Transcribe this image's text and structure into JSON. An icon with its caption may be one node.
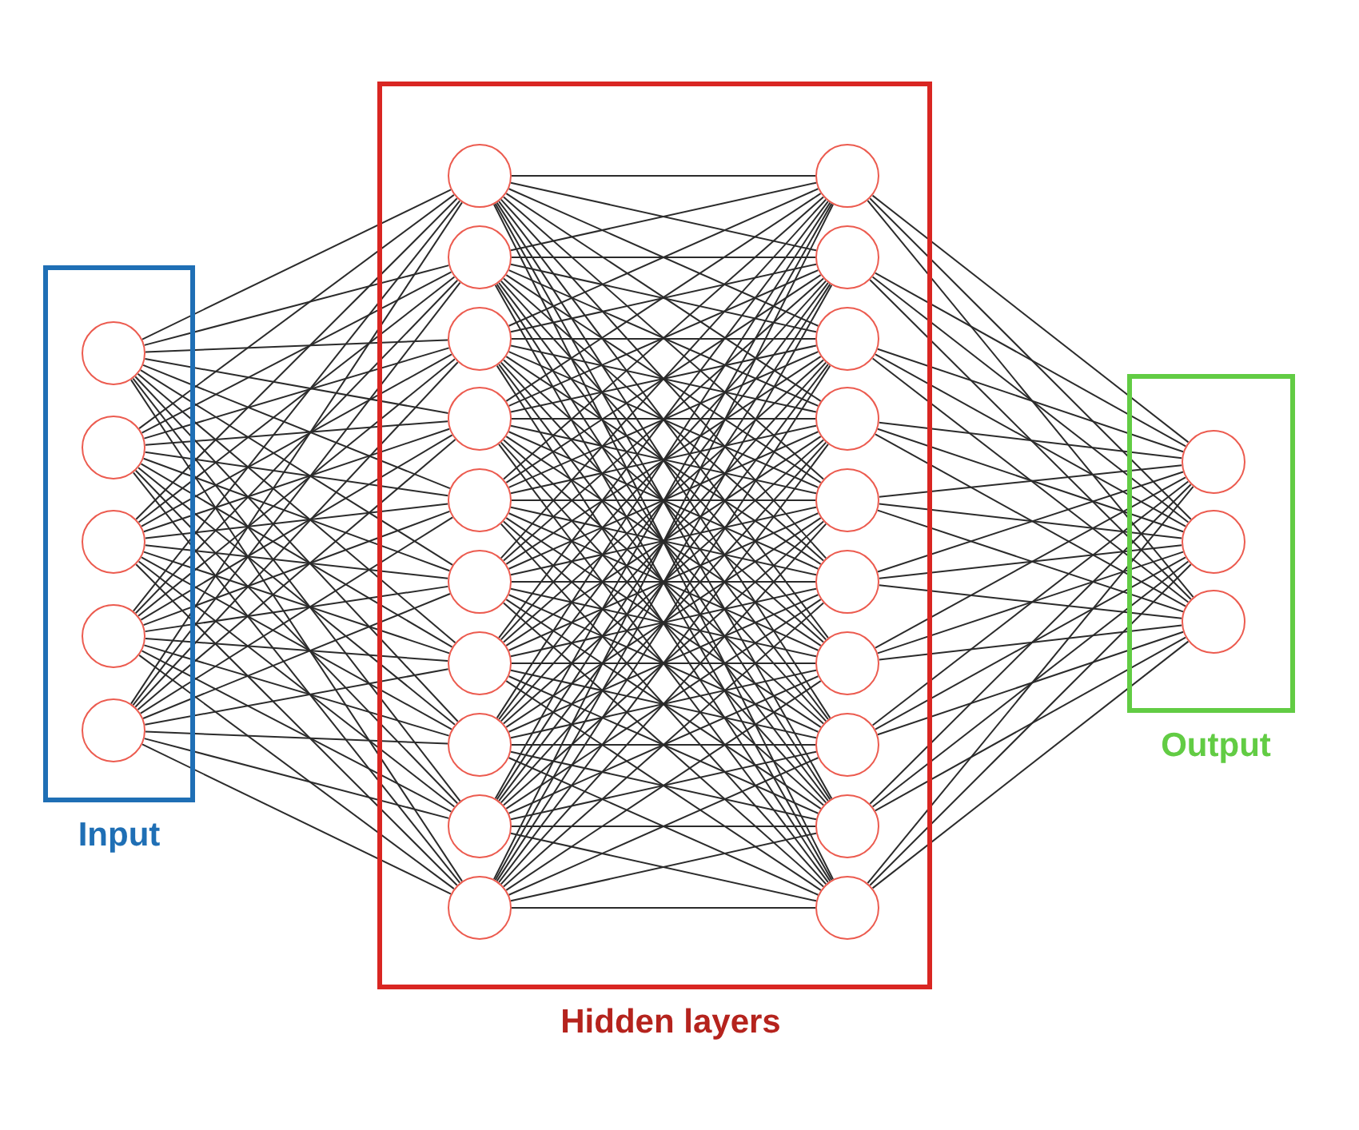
{
  "diagram": {
    "nodes": [
      {
        "text": [
          "Input"
        ]
      },
      {
        "text": [],
        "shape": "circle",
        "in": 0
      },
      {
        "text": [],
        "shape": "circle",
        "in": 0
      },
      {
        "text": [],
        "shape": "circle",
        "in": 0
      },
      {
        "text": [],
        "shape": "circle",
        "in": 0
      },
      {
        "text": [],
        "shape": "circle",
        "in": 0
      },
      {
        "text": [
          "Hidden layers"
        ]
      },
      {
        "text": [],
        "shape": "circle",
        "in": 6
      },
      {
        "text": [],
        "shape": "circle",
        "in": 6
      },
      {
        "text": [],
        "shape": "circle",
        "in": 6
      },
      {
        "text": [],
        "shape": "circle",
        "in": 6
      },
      {
        "text": [],
        "shape": "circle",
        "in": 6
      },
      {
        "text": [],
        "shape": "circle",
        "in": 6
      },
      {
        "text": [],
        "shape": "circle",
        "in": 6
      },
      {
        "text": [],
        "shape": "circle",
        "in": 6
      },
      {
        "text": [],
        "shape": "circle",
        "in": 6
      },
      {
        "text": [],
        "shape": "circle",
        "in": 6
      },
      {
        "text": [],
        "shape": "circle",
        "in": 6
      },
      {
        "text": [],
        "shape": "circle",
        "in": 6
      },
      {
        "text": [],
        "shape": "circle",
        "in": 6
      },
      {
        "text": [],
        "shape": "circle",
        "in": 6
      },
      {
        "text": [],
        "shape": "circle",
        "in": 6
      },
      {
        "text": [],
        "shape": "circle",
        "in": 6
      },
      {
        "text": [],
        "shape": "circle",
        "in": 6
      },
      {
        "text": [],
        "shape": "circle",
        "in": 6
      },
      {
        "text": [],
        "shape": "circle",
        "in": 6
      },
      {
        "text": [],
        "shape": "circle",
        "in": 6
      },
      {
        "text": [
          "Output"
        ]
      },
      {
        "text": [],
        "shape": "circle",
        "in": 27
      },
      {
        "text": [],
        "shape": "circle",
        "in": 27
      },
      {
        "text": [],
        "shape": "circle",
        "in": 27
      }
    ],
    "edges": [
      {
        "from": 1,
        "to": 7,
        "arrow": "none"
      },
      {
        "from": 1,
        "to": 8,
        "arrow": "none"
      },
      {
        "from": 1,
        "to": 9,
        "arrow": "none"
      },
      {
        "from": 1,
        "to": 10,
        "arrow": "none"
      },
      {
        "from": 1,
        "to": 11,
        "arrow": "none"
      },
      {
        "from": 1,
        "to": 12,
        "arrow": "none"
      },
      {
        "from": 1,
        "to": 13,
        "arrow": "none"
      },
      {
        "from": 1,
        "to": 14,
        "arrow": "none"
      },
      {
        "from": 1,
        "to": 15,
        "arrow": "none"
      },
      {
        "from": 1,
        "to": 16,
        "arrow": "none"
      },
      {
        "from": 2,
        "to": 7,
        "arrow": "none"
      },
      {
        "from": 2,
        "to": 8,
        "arrow": "none"
      },
      {
        "from": 2,
        "to": 9,
        "arrow": "none"
      },
      {
        "from": 2,
        "to": 10,
        "arrow": "none"
      },
      {
        "from": 2,
        "to": 11,
        "arrow": "none"
      },
      {
        "from": 2,
        "to": 12,
        "arrow": "none"
      },
      {
        "from": 2,
        "to": 13,
        "arrow": "none"
      },
      {
        "from": 2,
        "to": 14,
        "arrow": "none"
      },
      {
        "from": 2,
        "to": 15,
        "arrow": "none"
      },
      {
        "from": 2,
        "to": 16,
        "arrow": "none"
      },
      {
        "from": 3,
        "to": 7,
        "arrow": "none"
      },
      {
        "from": 3,
        "to": 8,
        "arrow": "none"
      },
      {
        "from": 3,
        "to": 9,
        "arrow": "none"
      },
      {
        "from": 3,
        "to": 10,
        "arrow": "none"
      },
      {
        "from": 3,
        "to": 11,
        "arrow": "none"
      },
      {
        "from": 3,
        "to": 12,
        "arrow": "none"
      },
      {
        "from": 3,
        "to": 13,
        "arrow": "none"
      },
      {
        "from": 3,
        "to": 14,
        "arrow": "none"
      },
      {
        "from": 3,
        "to": 15,
        "arrow": "none"
      },
      {
        "from": 3,
        "to": 16,
        "arrow": "none"
      },
      {
        "from": 4,
        "to": 7,
        "arrow": "none"
      },
      {
        "from": 4,
        "to": 8,
        "arrow": "none"
      },
      {
        "from": 4,
        "to": 9,
        "arrow": "none"
      },
      {
        "from": 4,
        "to": 10,
        "arrow": "none"
      },
      {
        "from": 4,
        "to": 11,
        "arrow": "none"
      },
      {
        "from": 4,
        "to": 12,
        "arrow": "none"
      },
      {
        "from": 4,
        "to": 13,
        "arrow": "none"
      },
      {
        "from": 4,
        "to": 14,
        "arrow": "none"
      },
      {
        "from": 4,
        "to": 15,
        "arrow": "none"
      },
      {
        "from": 4,
        "to": 16,
        "arrow": "none"
      },
      {
        "from": 5,
        "to": 7,
        "arrow": "none"
      },
      {
        "from": 5,
        "to": 8,
        "arrow": "none"
      },
      {
        "from": 5,
        "to": 9,
        "arrow": "none"
      },
      {
        "from": 5,
        "to": 10,
        "arrow": "none"
      },
      {
        "from": 5,
        "to": 11,
        "arrow": "none"
      },
      {
        "from": 5,
        "to": 12,
        "arrow": "none"
      },
      {
        "from": 5,
        "to": 13,
        "arrow": "none"
      },
      {
        "from": 5,
        "to": 14,
        "arrow": "none"
      },
      {
        "from": 5,
        "to": 15,
        "arrow": "none"
      },
      {
        "from": 5,
        "to": 16,
        "arrow": "none"
      },
      {
        "from": 7,
        "to": 17,
        "arrow": "none"
      },
      {
        "from": 7,
        "to": 18,
        "arrow": "none"
      },
      {
        "from": 7,
        "to": 19,
        "arrow": "none"
      },
      {
        "from": 7,
        "to": 20,
        "arrow": "none"
      },
      {
        "from": 7,
        "to": 21,
        "arrow": "none"
      },
      {
        "from": 7,
        "to": 22,
        "arrow": "none"
      },
      {
        "from": 7,
        "to": 23,
        "arrow": "none"
      },
      {
        "from": 7,
        "to": 24,
        "arrow": "none"
      },
      {
        "from": 7,
        "to": 25,
        "arrow": "none"
      },
      {
        "from": 7,
        "to": 26,
        "arrow": "none"
      },
      {
        "from": 8,
        "to": 17,
        "arrow": "none"
      },
      {
        "from": 8,
        "to": 18,
        "arrow": "none"
      },
      {
        "from": 8,
        "to": 19,
        "arrow": "none"
      },
      {
        "from": 8,
        "to": 20,
        "arrow": "none"
      },
      {
        "from": 8,
        "to": 21,
        "arrow": "none"
      },
      {
        "from": 8,
        "to": 22,
        "arrow": "none"
      },
      {
        "from": 8,
        "to": 23,
        "arrow": "none"
      },
      {
        "from": 8,
        "to": 24,
        "arrow": "none"
      },
      {
        "from": 8,
        "to": 25,
        "arrow": "none"
      },
      {
        "from": 8,
        "to": 26,
        "arrow": "none"
      },
      {
        "from": 9,
        "to": 17,
        "arrow": "none"
      },
      {
        "from": 9,
        "to": 18,
        "arrow": "none"
      },
      {
        "from": 9,
        "to": 19,
        "arrow": "none"
      },
      {
        "from": 9,
        "to": 20,
        "arrow": "none"
      },
      {
        "from": 9,
        "to": 21,
        "arrow": "none"
      },
      {
        "from": 9,
        "to": 22,
        "arrow": "none"
      },
      {
        "from": 9,
        "to": 23,
        "arrow": "none"
      },
      {
        "from": 9,
        "to": 24,
        "arrow": "none"
      },
      {
        "from": 9,
        "to": 25,
        "arrow": "none"
      },
      {
        "from": 9,
        "to": 26,
        "arrow": "none"
      },
      {
        "from": 10,
        "to": 17,
        "arrow": "none"
      },
      {
        "from": 10,
        "to": 18,
        "arrow": "none"
      },
      {
        "from": 10,
        "to": 19,
        "arrow": "none"
      },
      {
        "from": 10,
        "to": 20,
        "arrow": "none"
      },
      {
        "from": 10,
        "to": 21,
        "arrow": "none"
      },
      {
        "from": 10,
        "to": 22,
        "arrow": "none"
      },
      {
        "from": 10,
        "to": 23,
        "arrow": "none"
      },
      {
        "from": 10,
        "to": 24,
        "arrow": "none"
      },
      {
        "from": 10,
        "to": 25,
        "arrow": "none"
      },
      {
        "from": 10,
        "to": 26,
        "arrow": "none"
      },
      {
        "from": 11,
        "to": 17,
        "arrow": "none"
      },
      {
        "from": 11,
        "to": 18,
        "arrow": "none"
      },
      {
        "from": 11,
        "to": 19,
        "arrow": "none"
      },
      {
        "from": 11,
        "to": 20,
        "arrow": "none"
      },
      {
        "from": 11,
        "to": 21,
        "arrow": "none"
      },
      {
        "from": 11,
        "to": 22,
        "arrow": "none"
      },
      {
        "from": 11,
        "to": 23,
        "arrow": "none"
      },
      {
        "from": 11,
        "to": 24,
        "arrow": "none"
      },
      {
        "from": 11,
        "to": 25,
        "arrow": "none"
      },
      {
        "from": 11,
        "to": 26,
        "arrow": "none"
      },
      {
        "from": 12,
        "to": 17,
        "arrow": "none"
      },
      {
        "from": 12,
        "to": 18,
        "arrow": "none"
      },
      {
        "from": 12,
        "to": 19,
        "arrow": "none"
      },
      {
        "from": 12,
        "to": 20,
        "arrow": "none"
      },
      {
        "from": 12,
        "to": 21,
        "arrow": "none"
      },
      {
        "from": 12,
        "to": 22,
        "arrow": "none"
      },
      {
        "from": 12,
        "to": 23,
        "arrow": "none"
      },
      {
        "from": 12,
        "to": 24,
        "arrow": "none"
      },
      {
        "from": 12,
        "to": 25,
        "arrow": "none"
      },
      {
        "from": 12,
        "to": 26,
        "arrow": "none"
      },
      {
        "from": 13,
        "to": 17,
        "arrow": "none"
      },
      {
        "from": 13,
        "to": 18,
        "arrow": "none"
      },
      {
        "from": 13,
        "to": 19,
        "arrow": "none"
      },
      {
        "from": 13,
        "to": 20,
        "arrow": "none"
      },
      {
        "from": 13,
        "to": 21,
        "arrow": "none"
      },
      {
        "from": 13,
        "to": 22,
        "arrow": "none"
      },
      {
        "from": 13,
        "to": 23,
        "arrow": "none"
      },
      {
        "from": 13,
        "to": 24,
        "arrow": "none"
      },
      {
        "from": 13,
        "to": 25,
        "arrow": "none"
      },
      {
        "from": 13,
        "to": 26,
        "arrow": "none"
      },
      {
        "from": 14,
        "to": 17,
        "arrow": "none"
      },
      {
        "from": 14,
        "to": 18,
        "arrow": "none"
      },
      {
        "from": 14,
        "to": 19,
        "arrow": "none"
      },
      {
        "from": 14,
        "to": 20,
        "arrow": "none"
      },
      {
        "from": 14,
        "to": 21,
        "arrow": "none"
      },
      {
        "from": 14,
        "to": 22,
        "arrow": "none"
      },
      {
        "from": 14,
        "to": 23,
        "arrow": "none"
      },
      {
        "from": 14,
        "to": 24,
        "arrow": "none"
      },
      {
        "from": 14,
        "to": 25,
        "arrow": "none"
      },
      {
        "from": 14,
        "to": 26,
        "arrow": "none"
      },
      {
        "from": 15,
        "to": 17,
        "arrow": "none"
      },
      {
        "from": 15,
        "to": 18,
        "arrow": "none"
      },
      {
        "from": 15,
        "to": 19,
        "arrow": "none"
      },
      {
        "from": 15,
        "to": 20,
        "arrow": "none"
      },
      {
        "from": 15,
        "to": 21,
        "arrow": "none"
      },
      {
        "from": 15,
        "to": 22,
        "arrow": "none"
      },
      {
        "from": 15,
        "to": 23,
        "arrow": "none"
      },
      {
        "from": 15,
        "to": 24,
        "arrow": "none"
      },
      {
        "from": 15,
        "to": 25,
        "arrow": "none"
      },
      {
        "from": 15,
        "to": 26,
        "arrow": "none"
      },
      {
        "from": 16,
        "to": 17,
        "arrow": "none"
      },
      {
        "from": 16,
        "to": 18,
        "arrow": "none"
      },
      {
        "from": 16,
        "to": 19,
        "arrow": "none"
      },
      {
        "from": 16,
        "to": 20,
        "arrow": "none"
      },
      {
        "from": 16,
        "to": 21,
        "arrow": "none"
      },
      {
        "from": 16,
        "to": 22,
        "arrow": "none"
      },
      {
        "from": 16,
        "to": 23,
        "arrow": "none"
      },
      {
        "from": 16,
        "to": 24,
        "arrow": "none"
      },
      {
        "from": 16,
        "to": 25,
        "arrow": "none"
      },
      {
        "from": 16,
        "to": 26,
        "arrow": "none"
      },
      {
        "from": 17,
        "to": 28,
        "arrow": "none"
      },
      {
        "from": 17,
        "to": 29,
        "arrow": "none"
      },
      {
        "from": 17,
        "to": 30,
        "arrow": "none"
      },
      {
        "from": 18,
        "to": 28,
        "arrow": "none"
      },
      {
        "from": 18,
        "to": 29,
        "arrow": "none"
      },
      {
        "from": 18,
        "to": 30,
        "arrow": "none"
      },
      {
        "from": 19,
        "to": 28,
        "arrow": "none"
      },
      {
        "from": 19,
        "to": 29,
        "arrow": "none"
      },
      {
        "from": 19,
        "to": 30,
        "arrow": "none"
      },
      {
        "from": 20,
        "to": 28,
        "arrow": "none"
      },
      {
        "from": 20,
        "to": 29,
        "arrow": "none"
      },
      {
        "from": 20,
        "to": 30,
        "arrow": "none"
      },
      {
        "from": 21,
        "to": 28,
        "arrow": "none"
      },
      {
        "from": 21,
        "to": 29,
        "arrow": "none"
      },
      {
        "from": 21,
        "to": 30,
        "arrow": "none"
      },
      {
        "from": 22,
        "to": 28,
        "arrow": "none"
      },
      {
        "from": 22,
        "to": 29,
        "arrow": "none"
      },
      {
        "from": 22,
        "to": 30,
        "arrow": "none"
      },
      {
        "from": 23,
        "to": 28,
        "arrow": "none"
      },
      {
        "from": 23,
        "to": 29,
        "arrow": "none"
      },
      {
        "from": 23,
        "to": 30,
        "arrow": "none"
      },
      {
        "from": 24,
        "to": 28,
        "arrow": "none"
      },
      {
        "from": 24,
        "to": 29,
        "arrow": "none"
      },
      {
        "from": 24,
        "to": 30,
        "arrow": "none"
      },
      {
        "from": 25,
        "to": 28,
        "arrow": "none"
      },
      {
        "from": 25,
        "to": 29,
        "arrow": "none"
      },
      {
        "from": 25,
        "to": 30,
        "arrow": "none"
      },
      {
        "from": 26,
        "to": 28,
        "arrow": "none"
      },
      {
        "from": 26,
        "to": 29,
        "arrow": "none"
      },
      {
        "from": 26,
        "to": 30,
        "arrow": "none"
      }
    ]
  }
}
